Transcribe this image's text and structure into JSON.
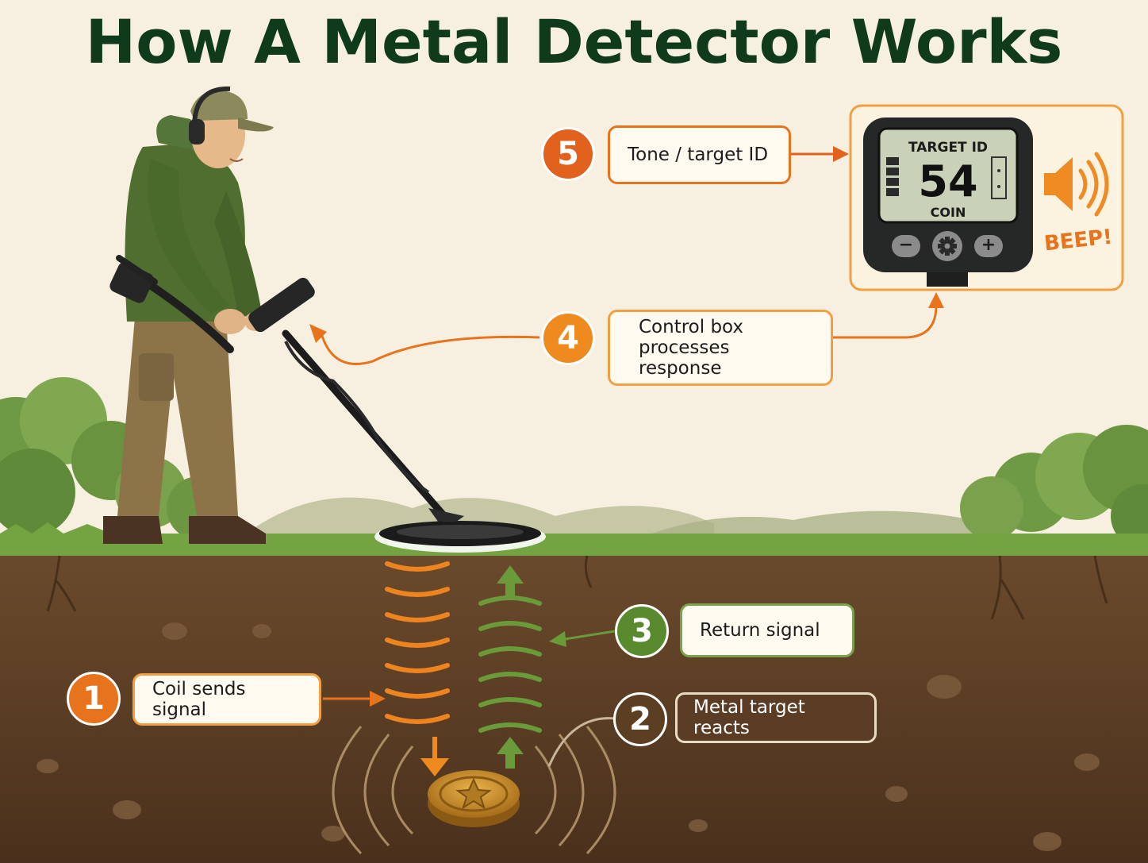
{
  "title": "How A Metal Detector Works",
  "steps": [
    {
      "number": "1",
      "label": "Coil sends signal",
      "color": "#e8731d"
    },
    {
      "number": "2",
      "label": "Metal target reacts",
      "color": "#5c3f22"
    },
    {
      "number": "3",
      "label": "Return signal",
      "color": "#5a8a2e"
    },
    {
      "number": "4",
      "label_line1": "Control box",
      "label_line2": "processes response",
      "color": "#ef8a1f"
    },
    {
      "number": "5",
      "label": "Tone / target ID",
      "color": "#e2611c"
    }
  ],
  "display": {
    "header": "TARGET ID",
    "value": "54",
    "target": "COIN",
    "minus": "−",
    "plus": "+"
  },
  "sound": "BEEP!",
  "colors": {
    "title": "#0f3a1c",
    "orange": "#e8731d",
    "green": "#5a8a2e",
    "soil": "#5a3b24",
    "sky": "#f7efdf"
  }
}
